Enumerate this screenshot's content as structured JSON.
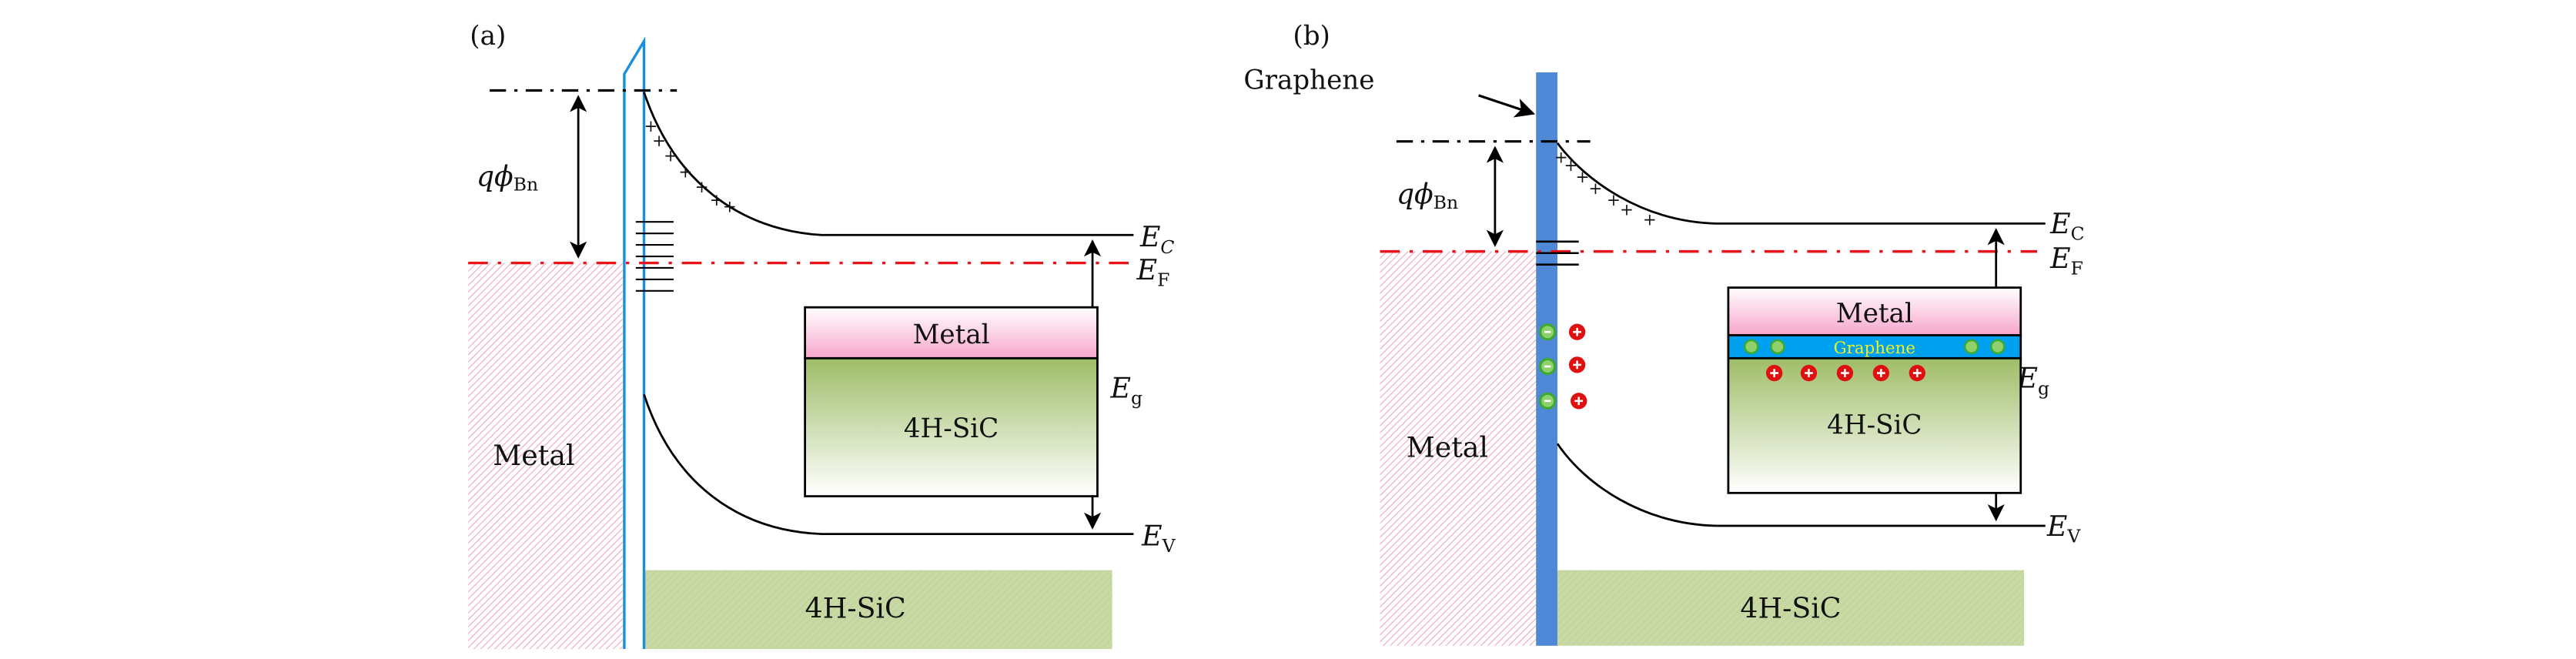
{
  "panel_a": {
    "label": "(a)",
    "barrier": "qϕ",
    "barrier_sub": "Bn",
    "ec": "E",
    "ec_sub": "C",
    "ef": "E",
    "ef_sub": "F",
    "eg": "E",
    "eg_sub": "g",
    "ev": "E",
    "ev_sub": "V",
    "metal_label": "Metal",
    "sic_label": "4H-SiC",
    "inset_metal": "Metal",
    "inset_sic": "4H-SiC"
  },
  "panel_b": {
    "label": "(b)",
    "graphene_label": "Graphene",
    "barrier": "qϕ",
    "barrier_sub": "Bn",
    "ec": "E",
    "ec_sub": "C",
    "ef": "E",
    "ef_sub": "F",
    "eg": "E",
    "eg_sub": "g",
    "ev": "E",
    "ev_sub": "V",
    "metal_label": "Metal",
    "sic_label": "4H-SiC",
    "inset_metal": "Metal",
    "inset_graphene": "Graphene",
    "inset_sic": "4H-SiC"
  },
  "colors": {
    "fermi_level": "#e8141a",
    "barrier_a": "#1a8fe0",
    "graphene": "#4f88d6",
    "metal_hatch": "#f0a0c0",
    "sic": "#c9d9a4",
    "negative_charge": "#3aaa35",
    "positive_charge": "#e01010"
  }
}
